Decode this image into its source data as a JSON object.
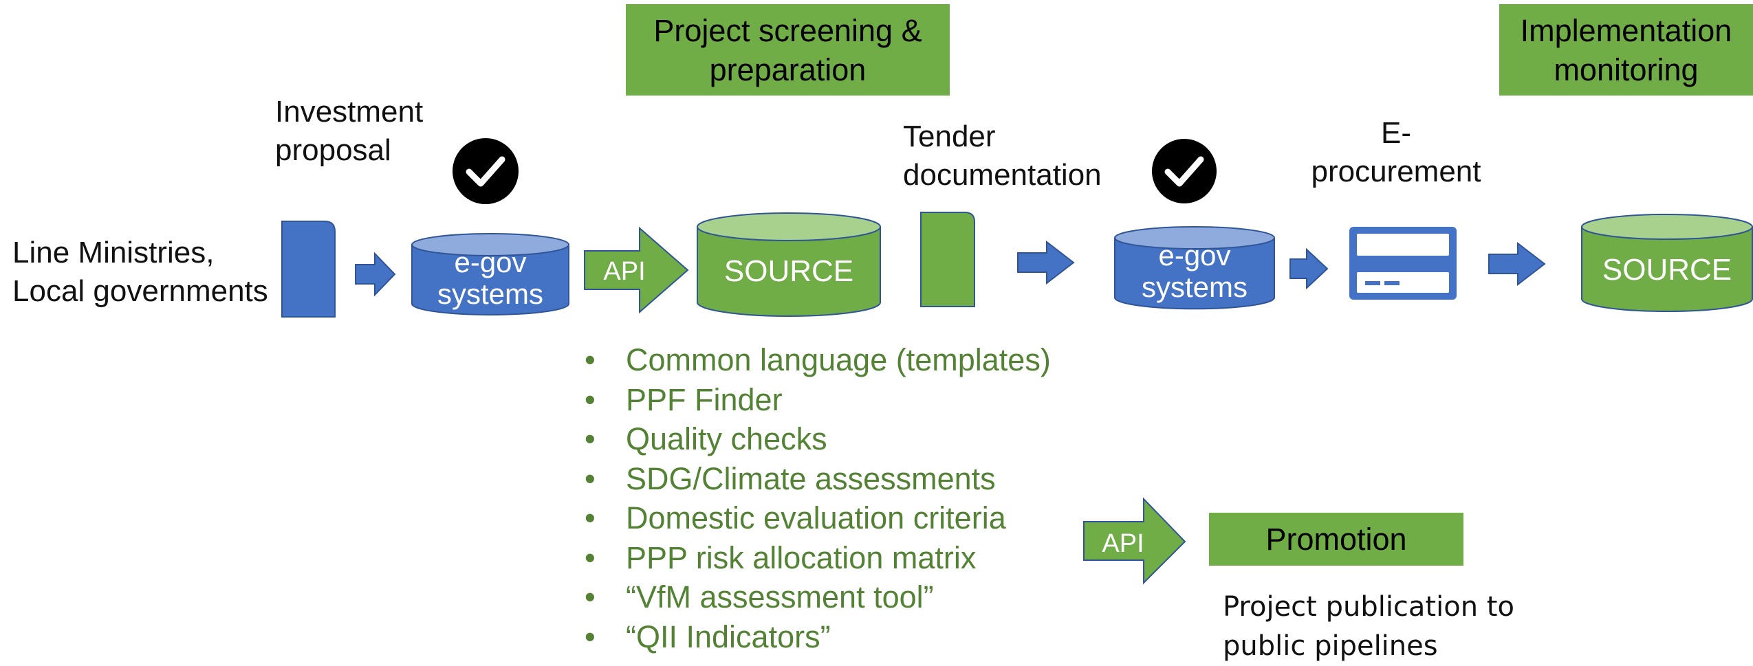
{
  "stages": {
    "screening": "Project screening & preparation",
    "implementation": "Implementation monitoring",
    "promotion": "Promotion"
  },
  "labels": {
    "actors": "Line Ministries, Local governments",
    "investment_proposal": "Investment proposal",
    "tender_documentation": "Tender documentation",
    "e_procurement": "E- procurement",
    "publication": "Project publication to public pipelines"
  },
  "nodes": {
    "egov_1": "e-gov systems",
    "egov_2": "e-gov systems",
    "source_1": "SOURCE",
    "source_2": "SOURCE",
    "api_1": "API",
    "api_2": "API"
  },
  "features": [
    "Common language (templates)",
    "PPF Finder",
    "Quality checks",
    "SDG/Climate assessments",
    "Domestic evaluation criteria",
    "PPP risk allocation matrix",
    "“VfM assessment tool”",
    "“QII Indicators”"
  ],
  "bullet_glyph": "•",
  "colors": {
    "blue": "#4472c4",
    "blue_light": "#8faadc",
    "green": "#70ad47",
    "green_light": "#a9d18e",
    "green_text": "#548235",
    "outline": "#2f5597"
  },
  "icons": [
    "check-icon",
    "check-icon",
    "procurement-card-icon"
  ]
}
